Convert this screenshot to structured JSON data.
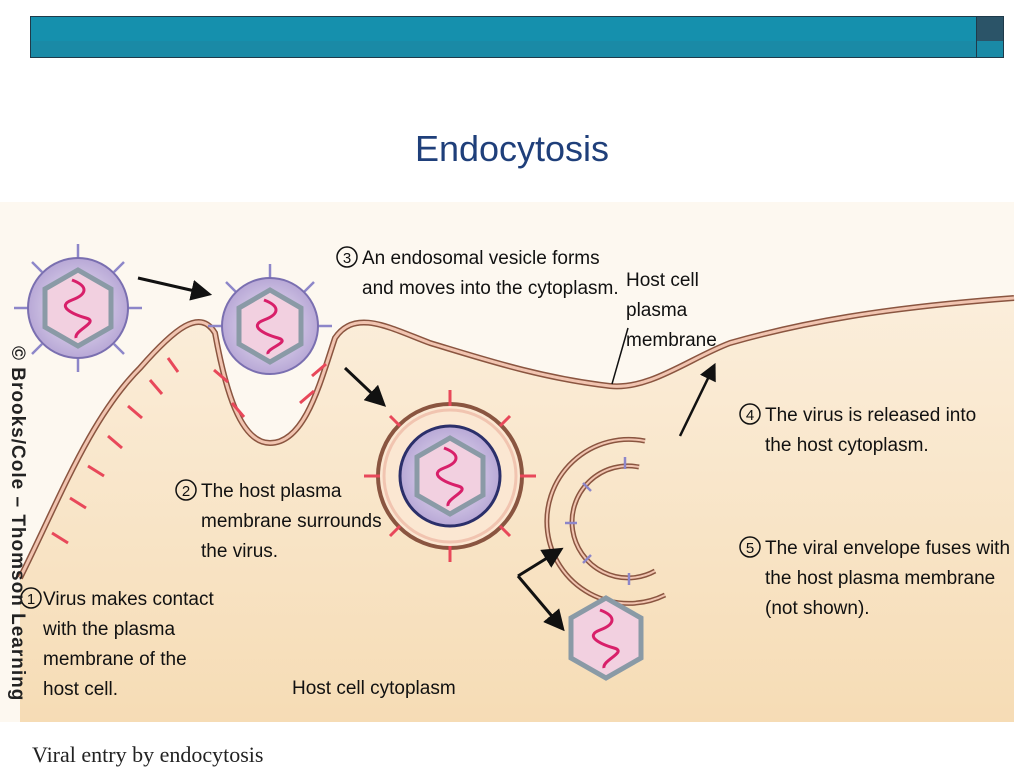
{
  "slide": {
    "title": "Endocytosis"
  },
  "steps": {
    "s1": {
      "num": "1",
      "lines": [
        "Virus makes contact",
        "with the plasma",
        "membrane of the",
        "host cell."
      ]
    },
    "s2": {
      "num": "2",
      "lines": [
        "The host plasma",
        "membrane surrounds",
        "the virus."
      ]
    },
    "s3": {
      "num": "3",
      "lines": [
        "An endosomal vesicle forms",
        "and moves into the cytoplasm."
      ]
    },
    "s4": {
      "num": "4",
      "lines": [
        "The virus is released into",
        "the host cytoplasm."
      ]
    },
    "s5": {
      "num": "5",
      "lines": [
        "The viral envelope fuses with",
        "the host plasma membrane",
        "(not shown)."
      ]
    }
  },
  "labels": {
    "membrane": [
      "Host cell",
      "plasma",
      "membrane"
    ],
    "cytoplasm": "Host cell cytoplasm"
  },
  "caption": "Viral entry by endocytosis",
  "credit": "© Brooks/Cole – Thomson Learning",
  "colors": {
    "bar": "#1a8aa6",
    "title": "#1f3f7a",
    "cytoplasm": "#f8e3c3",
    "membrane": "#e9b6a4",
    "envelope": "#b9a9d6",
    "capsid": "#8a9aa6",
    "rna": "#d8206a",
    "receptor": "#e8485a",
    "spike": "#8d86c9"
  }
}
